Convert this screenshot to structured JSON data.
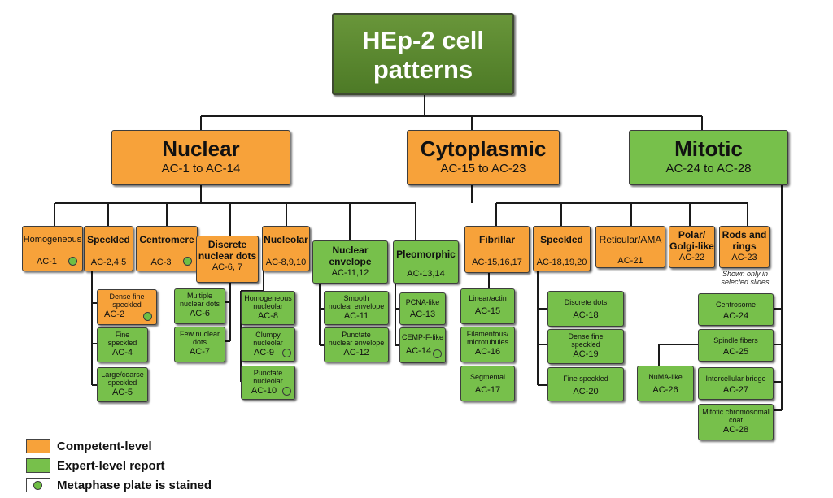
{
  "root": {
    "title_line1": "HEp-2 cell",
    "title_line2": "patterns"
  },
  "main": {
    "nuclear": {
      "name": "Nuclear",
      "code": "AC-1 to AC-14"
    },
    "cytoplasmic": {
      "name": "Cytoplasmic",
      "code": "AC-15 to AC-23"
    },
    "mitotic": {
      "name": "Mitotic",
      "code": "AC-24 to AC-28"
    }
  },
  "categories": {
    "homogeneous": {
      "name": "Homogeneous",
      "code": "AC-1"
    },
    "speckled_nuc": {
      "name": "Speckled",
      "code": "AC-2,4,5"
    },
    "centromere": {
      "name": "Centromere",
      "code": "AC-3"
    },
    "discrete": {
      "name1": "Discrete",
      "name2": "nuclear dots",
      "code": "AC-6, 7"
    },
    "nucleolar": {
      "name": "Nucleolar",
      "code": "AC-8,9,10"
    },
    "envelope": {
      "name1": "Nuclear",
      "name2": "envelope",
      "code": "AC-11,12"
    },
    "pleomorphic": {
      "name": "Pleomorphic",
      "code": "AC-13,14"
    },
    "fibrillar": {
      "name": "Fibrillar",
      "code": "AC-15,16,17"
    },
    "speckled_cyto": {
      "name": "Speckled",
      "code": "AC-18,19,20"
    },
    "reticular": {
      "name": "Reticular/AMA",
      "code": "AC-21"
    },
    "polar": {
      "name1": "Polar/",
      "name2": "Golgi-like",
      "code": "AC-22"
    },
    "rods": {
      "name1": "Rods and",
      "name2": "rings",
      "code": "AC-23"
    }
  },
  "subs": {
    "ac2": {
      "name1": "Dense fine",
      "name2": "speckled",
      "code": "AC-2"
    },
    "ac4": {
      "name1": "Fine",
      "name2": "speckled",
      "code": "AC-4"
    },
    "ac5": {
      "name1": "Large/coarse",
      "name2": "speckled",
      "code": "AC-5"
    },
    "ac6": {
      "name1": "Multiple",
      "name2": "nuclear dots",
      "code": "AC-6"
    },
    "ac7": {
      "name1": "Few nuclear",
      "name2": "dots",
      "code": "AC-7"
    },
    "ac8": {
      "name1": "Homogeneous",
      "name2": "nucleolar",
      "code": "AC-8"
    },
    "ac9": {
      "name1": "Clumpy",
      "name2": "nucleolar",
      "code": "AC-9"
    },
    "ac10": {
      "name1": "Punctate",
      "name2": "nucleolar",
      "code": "AC-10"
    },
    "ac11": {
      "name1": "Smooth",
      "name2": "nuclear envelope",
      "code": "AC-11"
    },
    "ac12": {
      "name1": "Punctate",
      "name2": "nuclear envelope",
      "code": "AC-12"
    },
    "ac13": {
      "name1": "PCNA-like",
      "code": "AC-13"
    },
    "ac14": {
      "name1": "CEMP-F-like",
      "code": "AC-14"
    },
    "ac15": {
      "name1": "Linear/actin",
      "code": "AC-15"
    },
    "ac16": {
      "name1": "Filamentous/",
      "name2": "microtubules",
      "code": "AC-16"
    },
    "ac17": {
      "name1": "Segmental",
      "code": "AC-17"
    },
    "ac18": {
      "name1": "Discrete dots",
      "code": "AC-18"
    },
    "ac19": {
      "name1": "Dense fine",
      "name2": "speckled",
      "code": "AC-19"
    },
    "ac20": {
      "name1": "Fine speckled",
      "code": "AC-20"
    },
    "ac24": {
      "name1": "Centrosome",
      "code": "AC-24"
    },
    "ac25": {
      "name1": "Spindle fibers",
      "code": "AC-25"
    },
    "ac26": {
      "name1": "NuMA-like",
      "code": "AC-26"
    },
    "ac27": {
      "name1": "Intercellular bridge",
      "code": "AC-27"
    },
    "ac28": {
      "name1": "Mitotic chromosomal",
      "name2": "coat",
      "code": "AC-28"
    }
  },
  "note": {
    "line1": "Shown only in",
    "line2": "selected slides"
  },
  "legend": {
    "competent": "Competent-level",
    "expert": "Expert-level report",
    "metaphase": "Metaphase plate is stained"
  },
  "colors": {
    "competent": "#f7a23a",
    "expert": "#77c04b",
    "root": "#5a8a30"
  }
}
